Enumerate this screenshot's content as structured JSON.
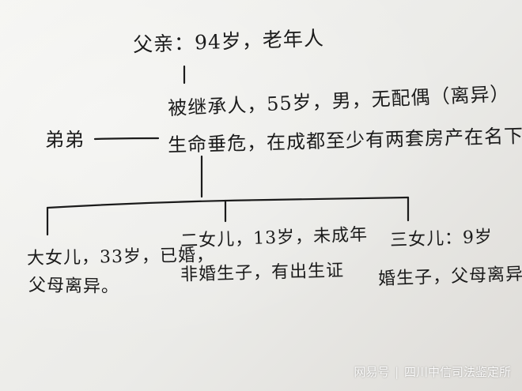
{
  "father": {
    "text": "父亲：94岁，老年人"
  },
  "heir": {
    "line1": "被继承人，55岁，男，无配偶（离异）",
    "line2": "生命垂危，在成都至少有两套房产在名下"
  },
  "brother": {
    "text": "弟弟"
  },
  "children": [
    {
      "line1": "大女儿，33岁，已婚，",
      "line2": "父母离异。"
    },
    {
      "line1": "二女儿，13岁，未成年",
      "line2": "非婚生子，有出生证"
    },
    {
      "line1": "三女儿：9岁",
      "line2": "婚生子，父母离异"
    }
  ],
  "watermark": {
    "site": "网易号",
    "separator": "|",
    "account": "四川中信司法鉴定所"
  },
  "colors": {
    "ink": "#1b1b1b",
    "paper": "#ecece9"
  }
}
